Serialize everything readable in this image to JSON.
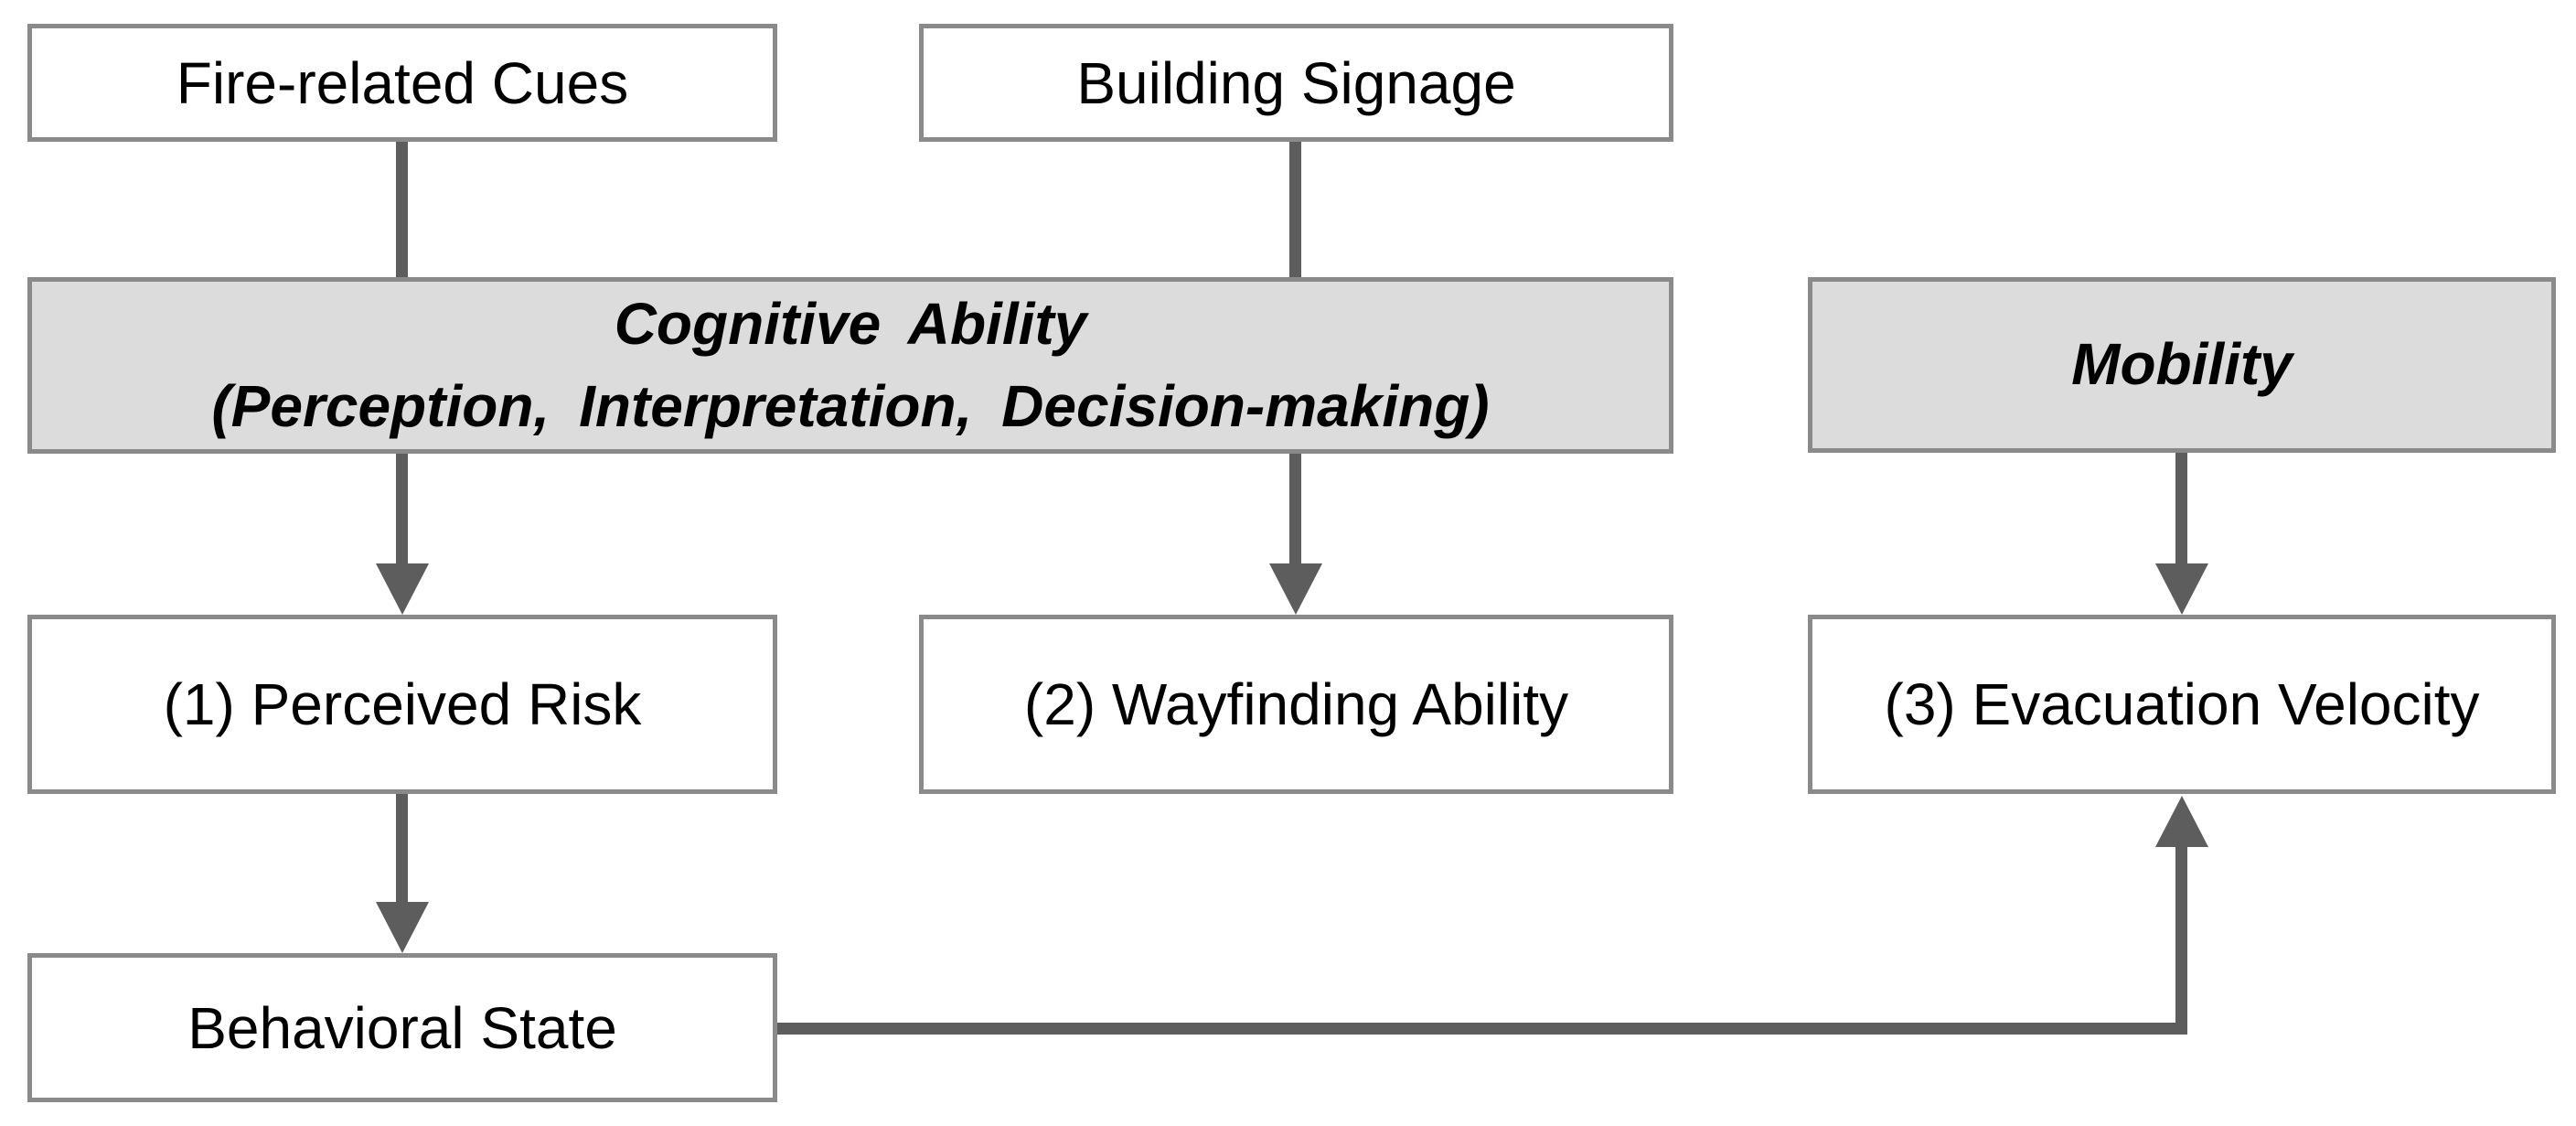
{
  "diagram": {
    "boxes": {
      "fire_cues": {
        "label": "Fire-related Cues",
        "style": "white"
      },
      "building_signage": {
        "label": "Building Signage",
        "style": "white"
      },
      "cognitive_ability": {
        "line1": "Cognitive Ability",
        "line2": "(Perception, Interpretation, Decision-making)",
        "style": "gray-highlight"
      },
      "mobility": {
        "label": "Mobility",
        "style": "gray-highlight"
      },
      "perceived_risk": {
        "label": "(1) Perceived Risk",
        "style": "white"
      },
      "wayfinding_ability": {
        "label": "(2) Wayfinding Ability",
        "style": "white"
      },
      "evacuation_velocity": {
        "label": "(3) Evacuation Velocity",
        "style": "white"
      },
      "behavioral_state": {
        "label": "Behavioral State",
        "style": "white"
      }
    },
    "edges": [
      {
        "from": "fire_cues",
        "to": "cognitive_ability",
        "arrowhead": false
      },
      {
        "from": "building_signage",
        "to": "cognitive_ability",
        "arrowhead": false
      },
      {
        "from": "cognitive_ability",
        "to": "perceived_risk",
        "arrowhead": true
      },
      {
        "from": "cognitive_ability",
        "to": "wayfinding_ability",
        "arrowhead": true
      },
      {
        "from": "mobility",
        "to": "evacuation_velocity",
        "arrowhead": true
      },
      {
        "from": "perceived_risk",
        "to": "behavioral_state",
        "arrowhead": true
      },
      {
        "from": "behavioral_state",
        "to": "evacuation_velocity",
        "arrowhead": true,
        "route": "right-then-up"
      }
    ],
    "colors": {
      "background": "#ffffff",
      "box_fill": "#ffffff",
      "highlight_fill": "#dcdcdc",
      "box_border": "#8a8a8a",
      "connector": "#5d5d5d",
      "text": "#000000"
    }
  }
}
